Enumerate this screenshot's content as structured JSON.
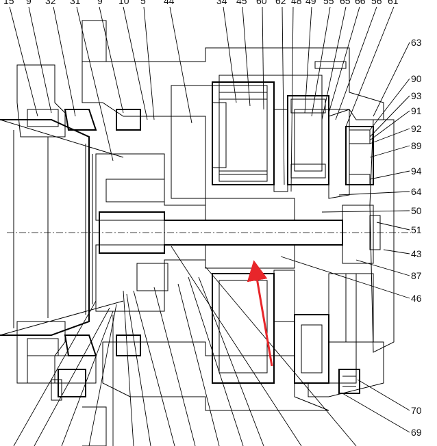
{
  "labels_top": [
    "15",
    "9",
    "32",
    "31",
    "9",
    "10",
    "5",
    "44",
    "34",
    "45",
    "60",
    "62",
    "48",
    "49",
    "55",
    "65",
    "66",
    "56",
    "61"
  ],
  "labels_right": [
    "63",
    "90",
    "93",
    "91",
    "92",
    "89",
    "94",
    "64",
    "50",
    "51",
    "43",
    "87",
    "46",
    "70",
    "69"
  ],
  "colors": {
    "ink": "#000000",
    "arrow": "#e8262a",
    "hatch": "#000000"
  }
}
